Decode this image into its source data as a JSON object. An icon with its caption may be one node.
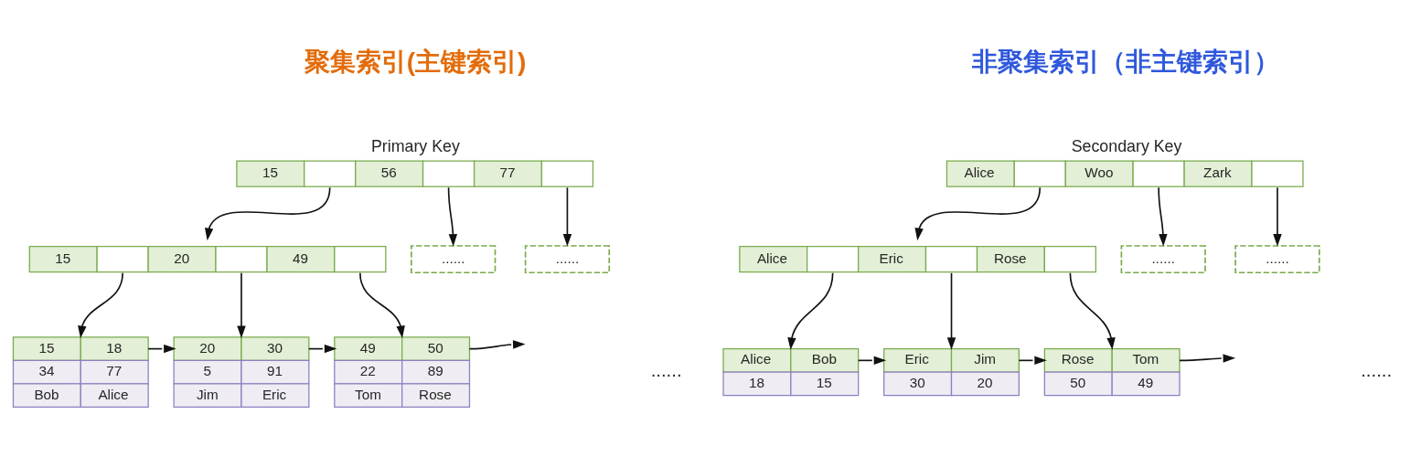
{
  "diagram": {
    "nodes": [
      {
        "text": [
          "15",
          "56",
          "77"
        ],
        "beside": [
          "Primary Key"
        ]
      },
      {
        "text": [
          "15",
          "20",
          "49"
        ]
      },
      {
        "text": [
          "......"
        ]
      },
      {
        "text": [
          "......"
        ]
      },
      {
        "text": [
          "15",
          "18",
          "34",
          "77",
          "Bob",
          "Alice"
        ]
      },
      {
        "text": [
          "20",
          "30",
          "5",
          "91",
          "Jim",
          "Eric"
        ]
      },
      {
        "text": [
          "49",
          "50",
          "22",
          "89",
          "Tom",
          "Rose"
        ]
      },
      {
        "text": [
          "Alice",
          "Woo",
          "Zark"
        ],
        "beside": [
          "Secondary Key"
        ]
      },
      {
        "text": [
          "Alice",
          "Eric",
          "Rose"
        ]
      },
      {
        "text": [
          "......"
        ]
      },
      {
        "text": [
          "......"
        ]
      },
      {
        "text": [
          "Alice",
          "Bob",
          "18",
          "15"
        ]
      },
      {
        "text": [
          "Eric",
          "Jim",
          "30",
          "20"
        ]
      },
      {
        "text": [
          "Rose",
          "Tom",
          "50",
          "49"
        ]
      }
    ],
    "edges": [
      {
        "from": 0,
        "to": 1,
        "arrow": "to"
      },
      {
        "from": 0,
        "to": 2,
        "arrow": "to"
      },
      {
        "from": 0,
        "to": 3,
        "arrow": "to"
      },
      {
        "from": 1,
        "to": 4,
        "arrow": "to"
      },
      {
        "from": 1,
        "to": 5,
        "arrow": "to"
      },
      {
        "from": 1,
        "to": 6,
        "arrow": "to"
      },
      {
        "from": 4,
        "to": 5,
        "arrow": "to"
      },
      {
        "from": 5,
        "to": 6,
        "arrow": "to"
      },
      {
        "from": 6,
        "to": null,
        "arrow": "to"
      },
      {
        "from": 7,
        "to": 8,
        "arrow": "to"
      },
      {
        "from": 7,
        "to": 9,
        "arrow": "to"
      },
      {
        "from": 7,
        "to": 10,
        "arrow": "to"
      },
      {
        "from": 8,
        "to": 11,
        "arrow": "to"
      },
      {
        "from": 8,
        "to": 12,
        "arrow": "to"
      },
      {
        "from": 8,
        "to": 13,
        "arrow": "to"
      },
      {
        "from": 11,
        "to": 12,
        "arrow": "to"
      },
      {
        "from": 12,
        "to": 13,
        "arrow": "to"
      },
      {
        "from": 13,
        "to": null,
        "arrow": "to"
      }
    ],
    "labels": [
      "聚集索引(主键索引)",
      "非聚集索引（非主键索引）",
      "......",
      "......"
    ]
  }
}
